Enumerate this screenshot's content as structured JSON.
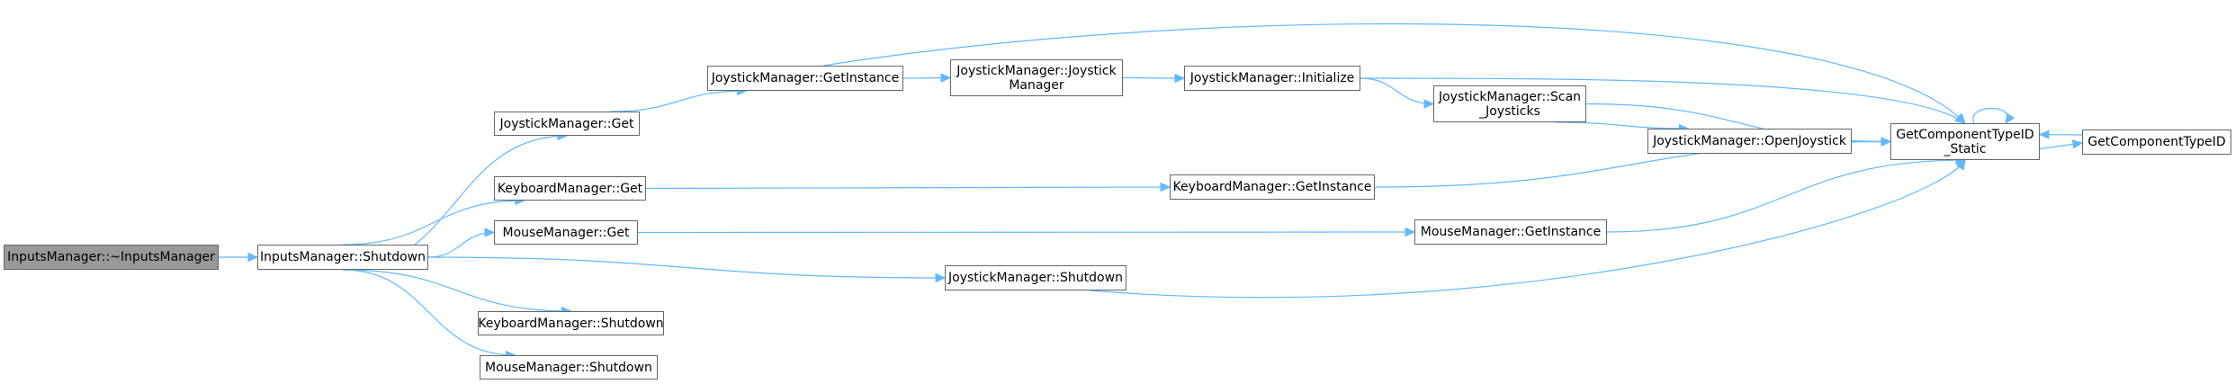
{
  "colors": {
    "edge": "#63b8ff",
    "node_border": "#666666",
    "root_fill": "#999999"
  },
  "nodes": {
    "inputs_destructor": {
      "lines": [
        "InputsManager::~InputsManager"
      ]
    },
    "inputs_shutdown": {
      "lines": [
        "InputsManager::Shutdown"
      ]
    },
    "joystick_get": {
      "lines": [
        "JoystickManager::Get"
      ]
    },
    "keyboard_get": {
      "lines": [
        "KeyboardManager::Get"
      ]
    },
    "mouse_get": {
      "lines": [
        "MouseManager::Get"
      ]
    },
    "keyboard_shutdown": {
      "lines": [
        "KeyboardManager::Shutdown"
      ]
    },
    "mouse_shutdown": {
      "lines": [
        "MouseManager::Shutdown"
      ]
    },
    "joystick_getinstance": {
      "lines": [
        "JoystickManager::GetInstance"
      ]
    },
    "joystick_ctor": {
      "lines": [
        "JoystickManager::Joystick",
        "Manager"
      ]
    },
    "joystick_initialize": {
      "lines": [
        "JoystickManager::Initialize"
      ]
    },
    "joystick_scan": {
      "lines": [
        "JoystickManager::Scan",
        "_Joysticks"
      ]
    },
    "joystick_open": {
      "lines": [
        "JoystickManager::OpenJoystick"
      ]
    },
    "keyboard_getinstance": {
      "lines": [
        "KeyboardManager::GetInstance"
      ]
    },
    "mouse_getinstance": {
      "lines": [
        "MouseManager::GetInstance"
      ]
    },
    "joystick_shutdown": {
      "lines": [
        "JoystickManager::Shutdown"
      ]
    },
    "gct_static": {
      "lines": [
        "GetComponentTypeID",
        "_Static"
      ]
    },
    "gct": {
      "lines": [
        "GetComponentTypeID"
      ]
    }
  },
  "edges": [
    [
      "inputs_destructor",
      "inputs_shutdown"
    ],
    [
      "inputs_shutdown",
      "joystick_get"
    ],
    [
      "inputs_shutdown",
      "keyboard_get"
    ],
    [
      "inputs_shutdown",
      "mouse_get"
    ],
    [
      "inputs_shutdown",
      "joystick_shutdown"
    ],
    [
      "inputs_shutdown",
      "keyboard_shutdown"
    ],
    [
      "inputs_shutdown",
      "mouse_shutdown"
    ],
    [
      "joystick_get",
      "joystick_getinstance"
    ],
    [
      "joystick_getinstance",
      "joystick_ctor"
    ],
    [
      "joystick_getinstance",
      "gct_static"
    ],
    [
      "joystick_ctor",
      "joystick_initialize"
    ],
    [
      "joystick_initialize",
      "joystick_scan"
    ],
    [
      "joystick_initialize",
      "gct_static"
    ],
    [
      "joystick_scan",
      "joystick_open"
    ],
    [
      "joystick_scan",
      "gct_static"
    ],
    [
      "joystick_open",
      "gct_static"
    ],
    [
      "keyboard_get",
      "keyboard_getinstance"
    ],
    [
      "keyboard_getinstance",
      "gct_static"
    ],
    [
      "mouse_get",
      "mouse_getinstance"
    ],
    [
      "mouse_getinstance",
      "gct_static"
    ],
    [
      "joystick_shutdown",
      "gct_static"
    ],
    [
      "gct_static",
      "gct_static"
    ],
    [
      "gct_static",
      "gct"
    ],
    [
      "gct",
      "gct_static"
    ]
  ]
}
